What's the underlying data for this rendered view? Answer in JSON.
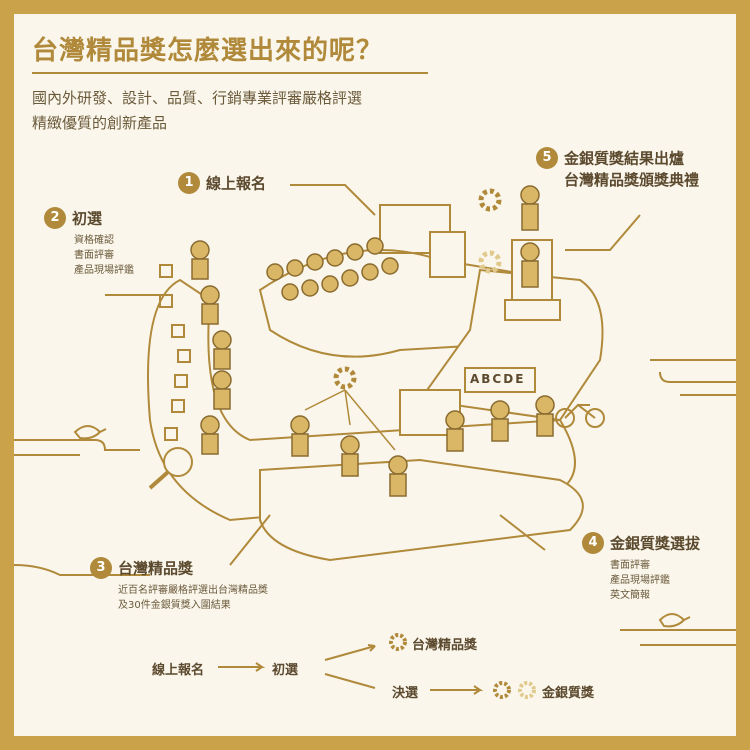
{
  "title": "台灣精品獎怎麼選出來的呢？",
  "intro": {
    "line1": "國內外研發、設計、品質、行銷專業評審嚴格評選",
    "line2": "精緻優質的創新產品"
  },
  "steps": [
    {
      "num": "1",
      "title": "線上報名",
      "sub": []
    },
    {
      "num": "2",
      "title": "初選",
      "sub": [
        "資格確認",
        "書面評審",
        "產品現場評鑑"
      ]
    },
    {
      "num": "3",
      "title": "台灣精品獎",
      "sub": [
        "近百名評審嚴格評選出台灣精品獎",
        "及30件金銀質獎入圍結果"
      ]
    },
    {
      "num": "4",
      "title": "金銀質獎選拔",
      "sub": [
        "書面評審",
        "產品現場評鑑",
        "英文簡報"
      ]
    },
    {
      "num": "5",
      "title": "金銀質獎結果出爐",
      "title2": "台灣精品獎頒獎典禮",
      "sub": []
    }
  ],
  "screen_text": "ABCDE",
  "flow": {
    "register": "線上報名",
    "preliminary": "初選",
    "award": "台灣精品獎",
    "final": "決選",
    "gold_silver": "金銀質獎"
  },
  "colors": {
    "gold": "#b08a3a",
    "frame": "#c9a24a",
    "background": "#faf6ec",
    "text": "#5c4a2e"
  }
}
